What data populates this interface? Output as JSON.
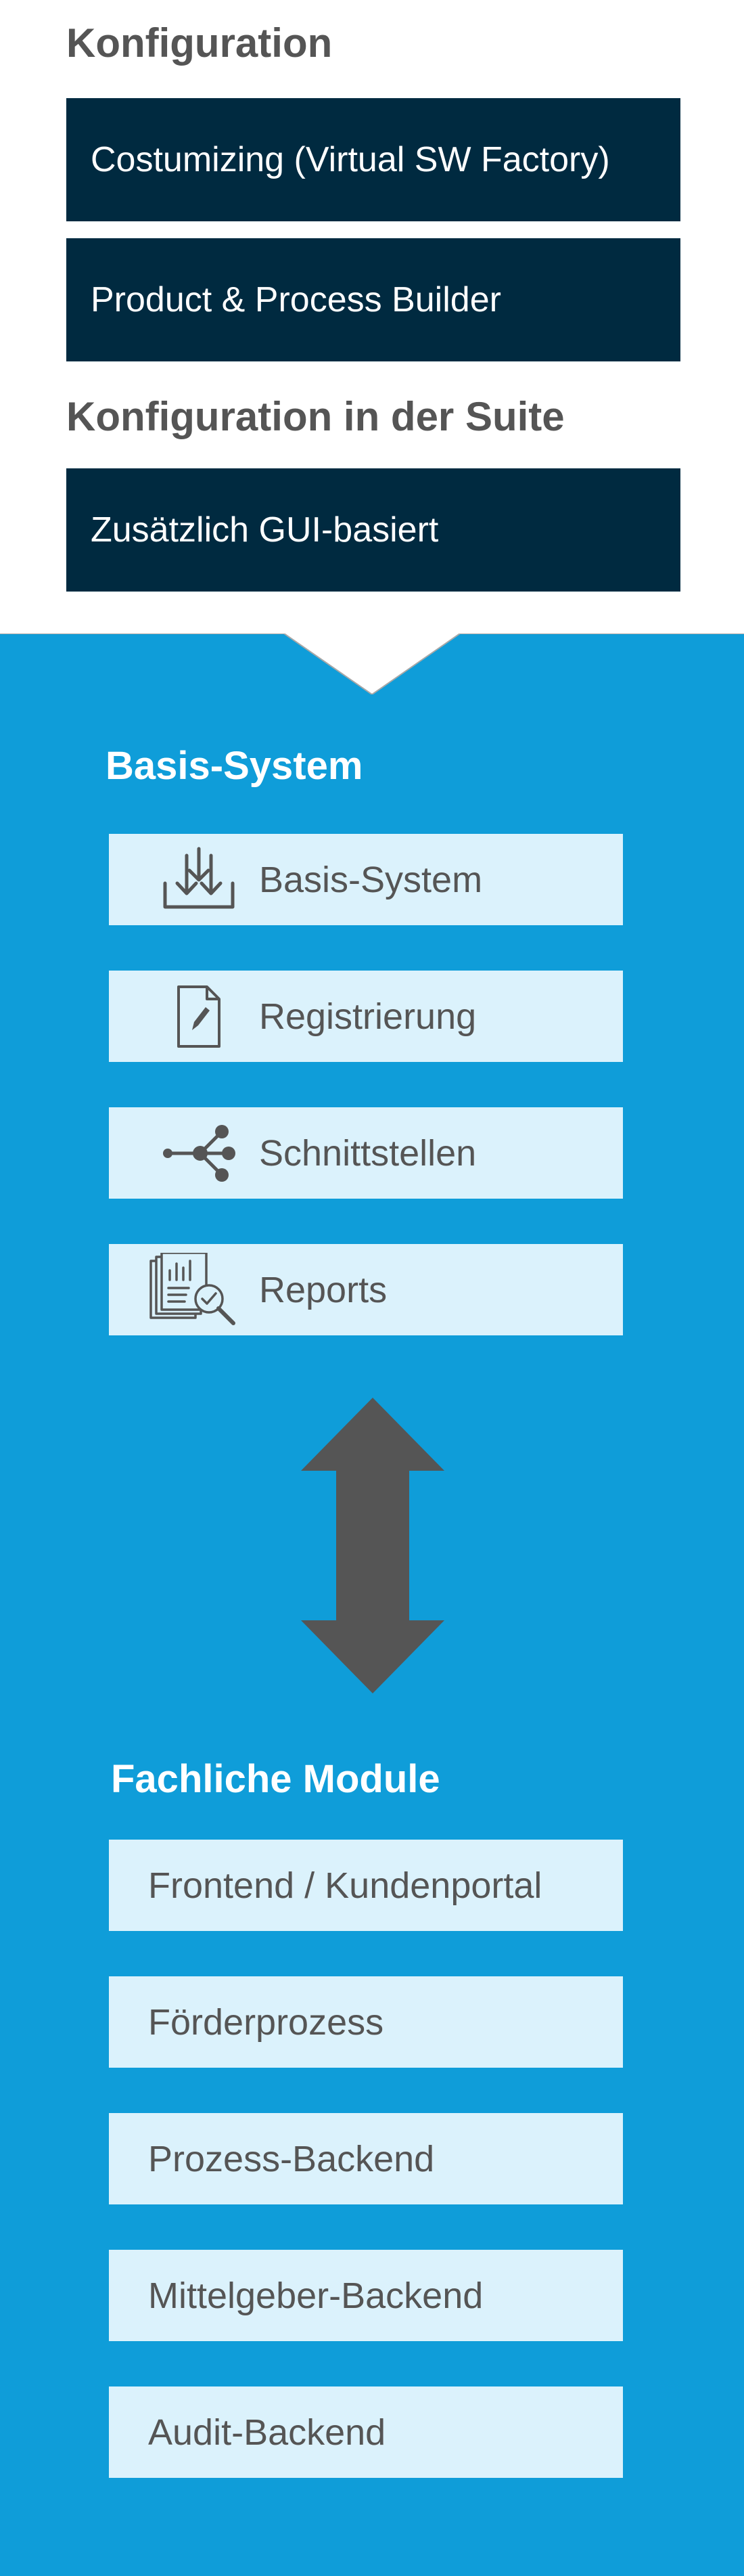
{
  "konfiguration": {
    "heading": "Konfiguration",
    "items": [
      {
        "label": "Costumizing (Virtual SW Factory)"
      },
      {
        "label": "Product & Process Builder"
      }
    ]
  },
  "suite": {
    "heading": "Konfiguration in der Suite",
    "items": [
      {
        "label": "Zusätzlich GUI-basiert"
      }
    ]
  },
  "basis_system": {
    "heading": "Basis-System",
    "items": [
      {
        "label": "Basis-System",
        "icon": "download-tray-icon"
      },
      {
        "label": "Registrierung",
        "icon": "document-edit-icon"
      },
      {
        "label": "Schnittstellen",
        "icon": "network-nodes-icon"
      },
      {
        "label": "Reports",
        "icon": "report-search-icon"
      }
    ]
  },
  "fachliche_module": {
    "heading": "Fachliche Module",
    "items": [
      {
        "label": "Frontend / Kundenportal"
      },
      {
        "label": "Förderprozess"
      },
      {
        "label": "Prozess-Backend"
      },
      {
        "label": "Mittelgeber-Backend"
      },
      {
        "label": "Audit-Backend"
      }
    ]
  },
  "colors": {
    "dark_box": "#002a40",
    "blue_background": "#0f9dd9",
    "light_box": "#dbf2fc",
    "heading_gray": "#555555",
    "arrow_gray": "#555555"
  }
}
